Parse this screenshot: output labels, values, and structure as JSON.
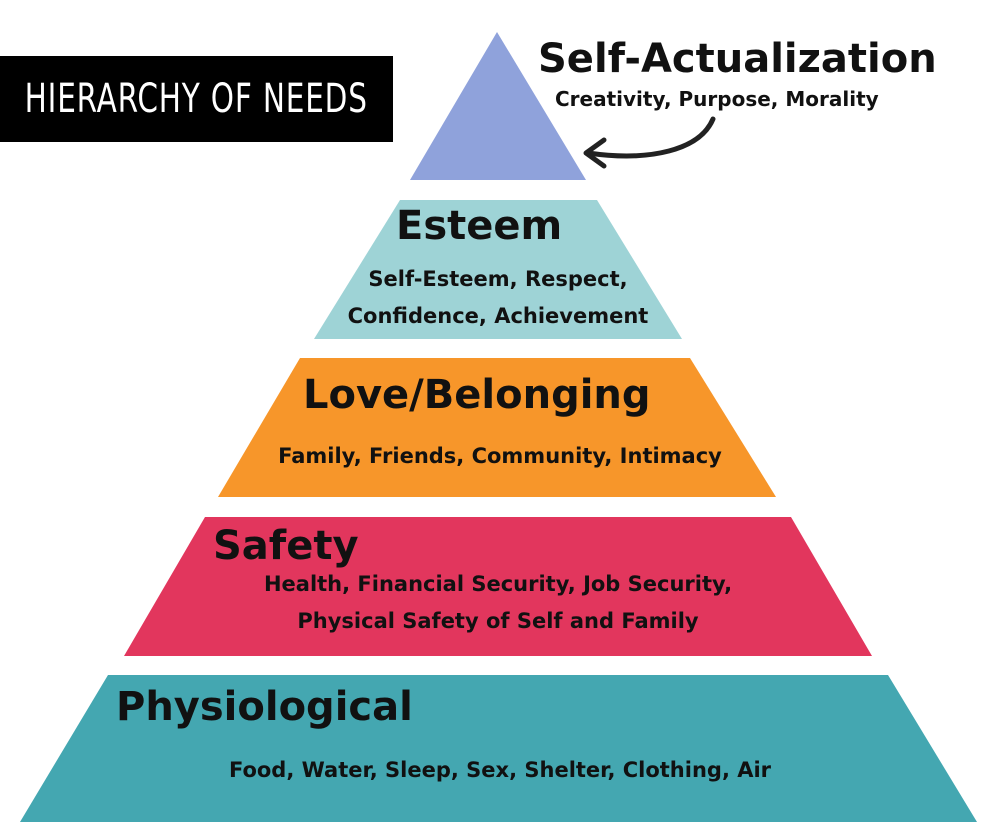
{
  "title": "HIERARCHY OF NEEDS",
  "colors": {
    "self_actualization": "#8FA2DB",
    "esteem": "#9ED3D6",
    "love_belonging": "#F7962A",
    "safety": "#E2365D",
    "physiological": "#44A7B1",
    "title_bg": "#000000",
    "text": "#111111"
  },
  "levels": {
    "self_actualization": {
      "name": "Self-Actualization",
      "desc": "Creativity, Purpose, Morality"
    },
    "esteem": {
      "name": "Esteem",
      "desc_1": "Self-Esteem, Respect,",
      "desc_2": "Confidence, Achievement"
    },
    "love_belonging": {
      "name": "Love/Belonging",
      "desc": "Family, Friends, Community, Intimacy"
    },
    "safety": {
      "name": "Safety",
      "desc_1": "Health, Financial Security, Job Security,",
      "desc_2": "Physical Safety of Self and Family"
    },
    "physiological": {
      "name": "Physiological",
      "desc": "Food, Water, Sleep, Sex, Shelter, Clothing, Air"
    }
  }
}
